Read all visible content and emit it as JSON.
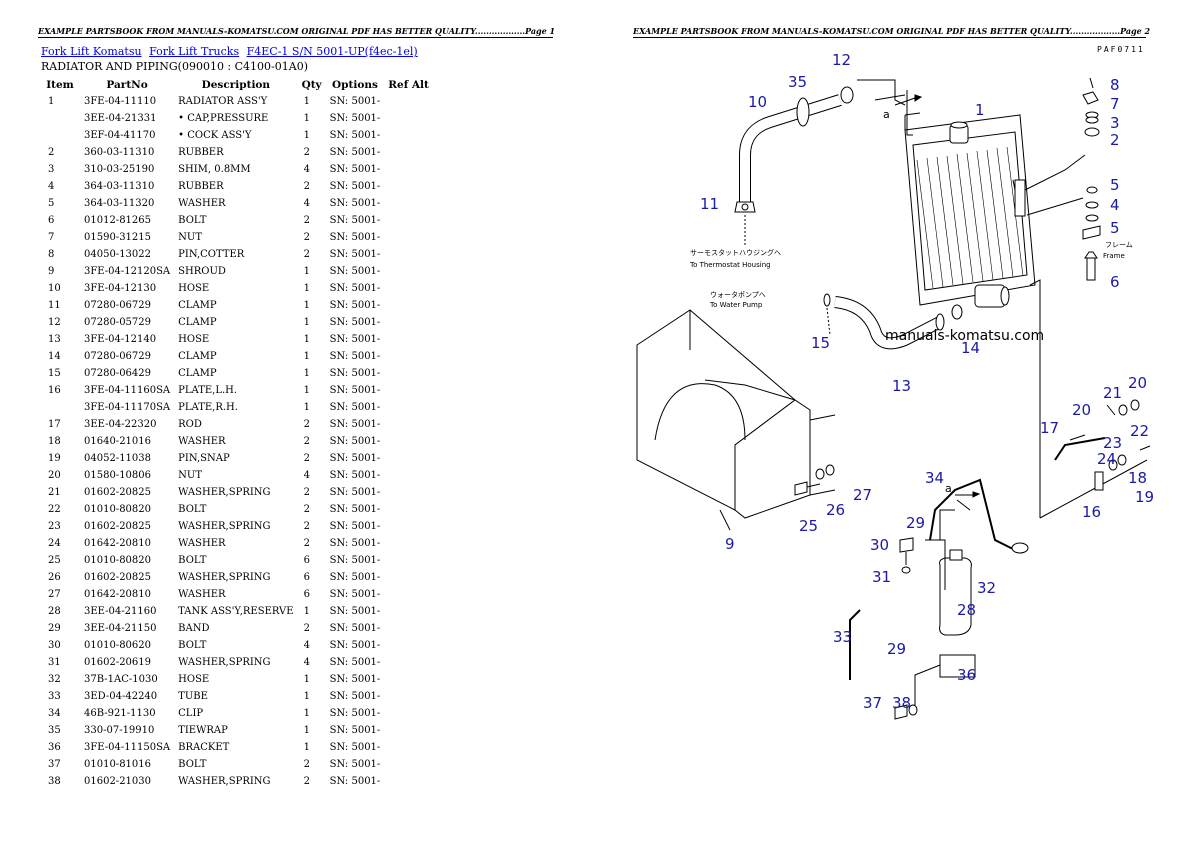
{
  "page1": {
    "header": "EXAMPLE PARTSBOOK FROM MANUALS-KOMATSU.COM ORIGINAL PDF HAS BETTER QUALITY..................Page 1",
    "breadcrumbs": [
      "Fork Lift Komatsu",
      "Fork Lift Trucks",
      "F4EC-1 S/N 5001-UP(f4ec-1el)"
    ],
    "subtitle": "RADIATOR AND PIPING(090010 : C4100-01A0)",
    "columns": [
      "Item",
      "PartNo",
      "Description",
      "Qty",
      "Options",
      "Ref Alt"
    ],
    "rows": [
      [
        "1",
        "3FE-04-11110",
        "RADIATOR ASS'Y",
        "1",
        "SN: 5001-",
        ""
      ],
      [
        "",
        "3EE-04-21331",
        "• CAP,PRESSURE",
        "1",
        "SN: 5001-",
        ""
      ],
      [
        "",
        "3EF-04-41170",
        "• COCK ASS'Y",
        "1",
        "SN: 5001-",
        ""
      ],
      [
        "2",
        "360-03-11310",
        "RUBBER",
        "2",
        "SN: 5001-",
        ""
      ],
      [
        "3",
        "310-03-25190",
        "SHIM, 0.8MM",
        "4",
        "SN: 5001-",
        ""
      ],
      [
        "4",
        "364-03-11310",
        "RUBBER",
        "2",
        "SN: 5001-",
        ""
      ],
      [
        "5",
        "364-03-11320",
        "WASHER",
        "4",
        "SN: 5001-",
        ""
      ],
      [
        "6",
        "01012-81265",
        "BOLT",
        "2",
        "SN: 5001-",
        ""
      ],
      [
        "7",
        "01590-31215",
        "NUT",
        "2",
        "SN: 5001-",
        ""
      ],
      [
        "8",
        "04050-13022",
        "PIN,COTTER",
        "2",
        "SN: 5001-",
        ""
      ],
      [
        "9",
        "3FE-04-12120SA",
        "SHROUD",
        "1",
        "SN: 5001-",
        ""
      ],
      [
        "10",
        "3FE-04-12130",
        "HOSE",
        "1",
        "SN: 5001-",
        ""
      ],
      [
        "11",
        "07280-06729",
        "CLAMP",
        "1",
        "SN: 5001-",
        ""
      ],
      [
        "12",
        "07280-05729",
        "CLAMP",
        "1",
        "SN: 5001-",
        ""
      ],
      [
        "13",
        "3FE-04-12140",
        "HOSE",
        "1",
        "SN: 5001-",
        ""
      ],
      [
        "14",
        "07280-06729",
        "CLAMP",
        "1",
        "SN: 5001-",
        ""
      ],
      [
        "15",
        "07280-06429",
        "CLAMP",
        "1",
        "SN: 5001-",
        ""
      ],
      [
        "16",
        "3FE-04-11160SA",
        "PLATE,L.H.",
        "1",
        "SN: 5001-",
        ""
      ],
      [
        "",
        "3FE-04-11170SA",
        "PLATE,R.H.",
        "1",
        "SN: 5001-",
        ""
      ],
      [
        "17",
        "3EE-04-22320",
        "ROD",
        "2",
        "SN: 5001-",
        ""
      ],
      [
        "18",
        "01640-21016",
        "WASHER",
        "2",
        "SN: 5001-",
        ""
      ],
      [
        "19",
        "04052-11038",
        "PIN,SNAP",
        "2",
        "SN: 5001-",
        ""
      ],
      [
        "20",
        "01580-10806",
        "NUT",
        "4",
        "SN: 5001-",
        ""
      ],
      [
        "21",
        "01602-20825",
        "WASHER,SPRING",
        "2",
        "SN: 5001-",
        ""
      ],
      [
        "22",
        "01010-80820",
        "BOLT",
        "2",
        "SN: 5001-",
        ""
      ],
      [
        "23",
        "01602-20825",
        "WASHER,SPRING",
        "2",
        "SN: 5001-",
        ""
      ],
      [
        "24",
        "01642-20810",
        "WASHER",
        "2",
        "SN: 5001-",
        ""
      ],
      [
        "25",
        "01010-80820",
        "BOLT",
        "6",
        "SN: 5001-",
        ""
      ],
      [
        "26",
        "01602-20825",
        "WASHER,SPRING",
        "6",
        "SN: 5001-",
        ""
      ],
      [
        "27",
        "01642-20810",
        "WASHER",
        "6",
        "SN: 5001-",
        ""
      ],
      [
        "28",
        "3EE-04-21160",
        "TANK ASS'Y,RESERVE",
        "1",
        "SN: 5001-",
        ""
      ],
      [
        "29",
        "3EE-04-21150",
        "BAND",
        "2",
        "SN: 5001-",
        ""
      ],
      [
        "30",
        "01010-80620",
        "BOLT",
        "4",
        "SN: 5001-",
        ""
      ],
      [
        "31",
        "01602-20619",
        "WASHER,SPRING",
        "4",
        "SN: 5001-",
        ""
      ],
      [
        "32",
        "37B-1AC-1030",
        "HOSE",
        "1",
        "SN: 5001-",
        ""
      ],
      [
        "33",
        "3ED-04-42240",
        "TUBE",
        "1",
        "SN: 5001-",
        ""
      ],
      [
        "34",
        "46B-921-1130",
        "CLIP",
        "1",
        "SN: 5001-",
        ""
      ],
      [
        "35",
        "330-07-19910",
        "TIEWRAP",
        "1",
        "SN: 5001-",
        ""
      ],
      [
        "36",
        "3FE-04-11150SA",
        "BRACKET",
        "1",
        "SN: 5001-",
        ""
      ],
      [
        "37",
        "01010-81016",
        "BOLT",
        "2",
        "SN: 5001-",
        ""
      ],
      [
        "38",
        "01602-21030",
        "WASHER,SPRING",
        "2",
        "SN: 5001-",
        ""
      ]
    ]
  },
  "page2": {
    "header": "EXAMPLE PARTSBOOK FROM MANUALS-KOMATSU.COM ORIGINAL PDF HAS BETTER QUALITY..................Page 2",
    "diagram_code": "PAF0711",
    "watermark": "manuals-komatsu.com",
    "callout_color": "#1a1aa6",
    "callouts": [
      "1",
      "2",
      "3",
      "4",
      "5",
      "5",
      "6",
      "7",
      "8",
      "9",
      "10",
      "11",
      "12",
      "13",
      "14",
      "15",
      "16",
      "17",
      "18",
      "19",
      "20",
      "20",
      "21",
      "22",
      "23",
      "24",
      "25",
      "26",
      "27",
      "28",
      "29",
      "29",
      "30",
      "31",
      "32",
      "33",
      "34",
      "35",
      "36",
      "37",
      "38"
    ],
    "notes": {
      "thermostat_jp": "サーモスタットハウジングへ",
      "thermostat_en": "To Thermostat Housing",
      "pump_jp": "ウォータポンプへ",
      "pump_en": "To Water Pump",
      "frame_jp": "フレーム",
      "frame_en": "Frame",
      "arrow_a": "a"
    }
  }
}
